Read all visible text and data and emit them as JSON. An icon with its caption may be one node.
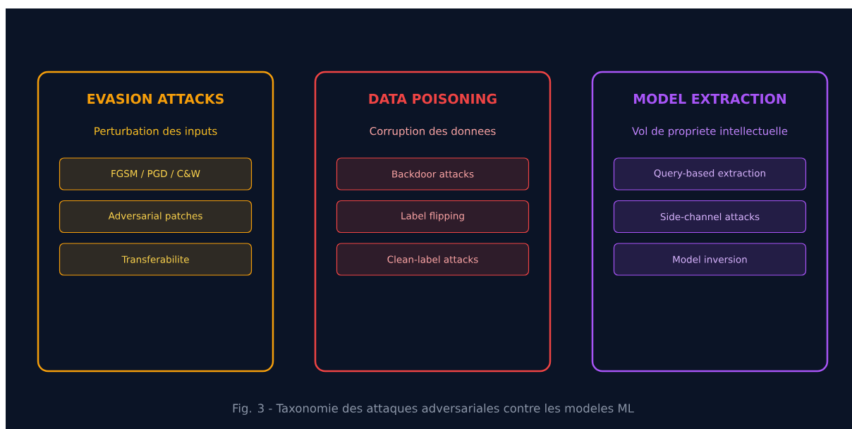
{
  "diagram": {
    "caption": "Fig. 3 - Taxonomie des attaques adversariales contre les modeles ML",
    "nodes": [
      {
        "text": [
          "EVASION ATTACKS",
          "Perturbation des inputs"
        ]
      },
      {
        "text": [
          "FGSM / PGD / C&W"
        ],
        "in": 0
      },
      {
        "text": [
          "Adversarial patches"
        ],
        "in": 0
      },
      {
        "text": [
          "Transferabilite"
        ],
        "in": 0
      },
      {
        "text": [
          "DATA POISONING",
          "Corruption des donnees"
        ]
      },
      {
        "text": [
          "Backdoor attacks"
        ],
        "in": 4
      },
      {
        "text": [
          "Label flipping"
        ],
        "in": 4
      },
      {
        "text": [
          "Clean-label attacks"
        ],
        "in": 4
      },
      {
        "text": [
          "MODEL EXTRACTION",
          "Vol de propriete intellectuelle"
        ]
      },
      {
        "text": [
          "Query-based extraction"
        ],
        "in": 8
      },
      {
        "text": [
          "Side-channel attacks"
        ],
        "in": 8
      },
      {
        "text": [
          "Model inversion"
        ],
        "in": 8
      }
    ]
  }
}
